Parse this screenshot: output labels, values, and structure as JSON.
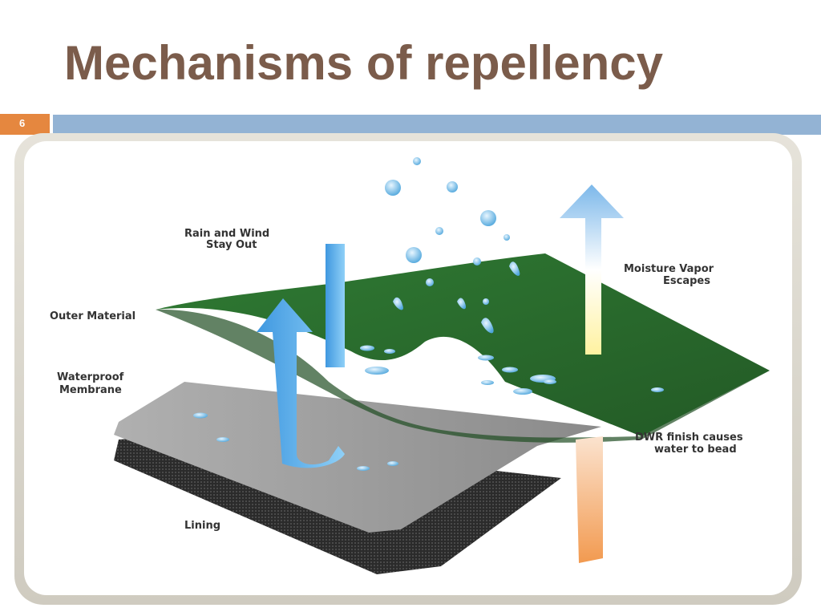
{
  "slide": {
    "title": "Mechanisms of repellency",
    "number": "6"
  },
  "diagram": {
    "labels": {
      "rain_wind_1": "Rain and Wind",
      "rain_wind_2": "Stay Out",
      "outer": "Outer Material",
      "waterproof_1": "Waterproof",
      "waterproof_2": "Membrane",
      "moisture_1": "Moisture Vapor",
      "moisture_2": "Escapes",
      "dwr_1": "DWR finish causes",
      "dwr_2": "water to bead",
      "lining": "Lining"
    },
    "colors": {
      "outer_material": "#2e6b2f",
      "membrane": "#9a9a9a",
      "lining": "#2a2a2a",
      "rain_arrow": "#5aaee8",
      "vapor_arrow": "#f3ecb0",
      "dwr_arrow": "#f0a060",
      "accent_bar": "#93b3d4",
      "number_box": "#e5873f",
      "title": "#7b5c4b"
    }
  }
}
